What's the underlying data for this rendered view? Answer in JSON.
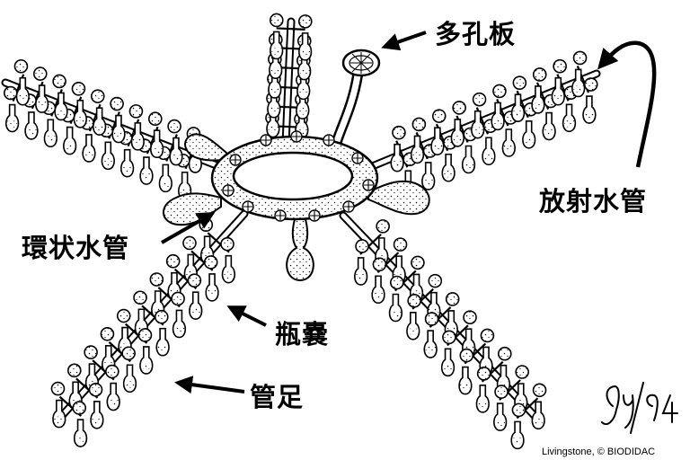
{
  "labels": {
    "madreporite": "多孔板",
    "radial_canal": "放射水管",
    "ring_canal": "環状水管",
    "ampulla": "瓶嚢",
    "tube_feet": "管足"
  },
  "signature": "Gy/94",
  "credit": "Livingstone, © BIODIDAC",
  "colors": {
    "ink": "#000000",
    "background": "#ffffff"
  }
}
